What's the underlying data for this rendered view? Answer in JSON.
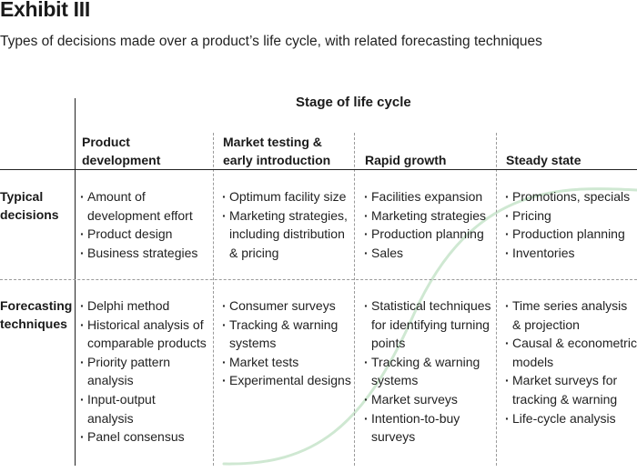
{
  "header": {
    "title": "Exhibit III",
    "subtitle": "Types of decisions made over a product’s life cycle, with related forecasting techniques"
  },
  "table": {
    "stage_title": "Stage of life cycle",
    "columns": [
      [
        "Product",
        "development"
      ],
      [
        "Market testing &",
        "early introduction"
      ],
      [
        "Rapid growth"
      ],
      [
        "Steady state"
      ]
    ],
    "rows": [
      {
        "label": [
          "Typical",
          "decisions"
        ],
        "cells": [
          [
            [
              "Amount of",
              "development effort"
            ],
            [
              "Product design"
            ],
            [
              "Business strategies"
            ]
          ],
          [
            [
              "Optimum facility size"
            ],
            [
              "Marketing strategies,",
              "including distribution",
              "& pricing"
            ]
          ],
          [
            [
              "Facilities expansion"
            ],
            [
              "Marketing strategies"
            ],
            [
              "Production planning"
            ],
            [
              "Sales"
            ]
          ],
          [
            [
              "Promotions, specials"
            ],
            [
              "Pricing"
            ],
            [
              "Production planning"
            ],
            [
              "Inventories"
            ]
          ]
        ]
      },
      {
        "label": [
          "Forecasting",
          "techniques"
        ],
        "cells": [
          [
            [
              "Delphi method"
            ],
            [
              "Historical analysis of",
              "comparable products"
            ],
            [
              "Priority pattern",
              "analysis"
            ],
            [
              "Input-output",
              "analysis"
            ],
            [
              "Panel consensus"
            ]
          ],
          [
            [
              "Consumer surveys"
            ],
            [
              "Tracking & warning",
              "systems"
            ],
            [
              "Market tests"
            ],
            [
              "Experimental designs"
            ]
          ],
          [
            [
              "Statistical techniques",
              "for identifying turning",
              "points"
            ],
            [
              "Tracking & warning",
              "systems"
            ],
            [
              "Market surveys"
            ],
            [
              "Intention-to-buy",
              "surveys"
            ]
          ],
          [
            [
              "Time series analysis",
              "& projection"
            ],
            [
              "Causal & econometric",
              "models"
            ],
            [
              "Market surveys for",
              "tracking & warning"
            ],
            [
              "Life-cycle analysis"
            ]
          ]
        ]
      }
    ]
  },
  "colors": {
    "curve": "#cfe8d2",
    "text": "#1a1a1a",
    "divider": "#9a9a9a"
  }
}
